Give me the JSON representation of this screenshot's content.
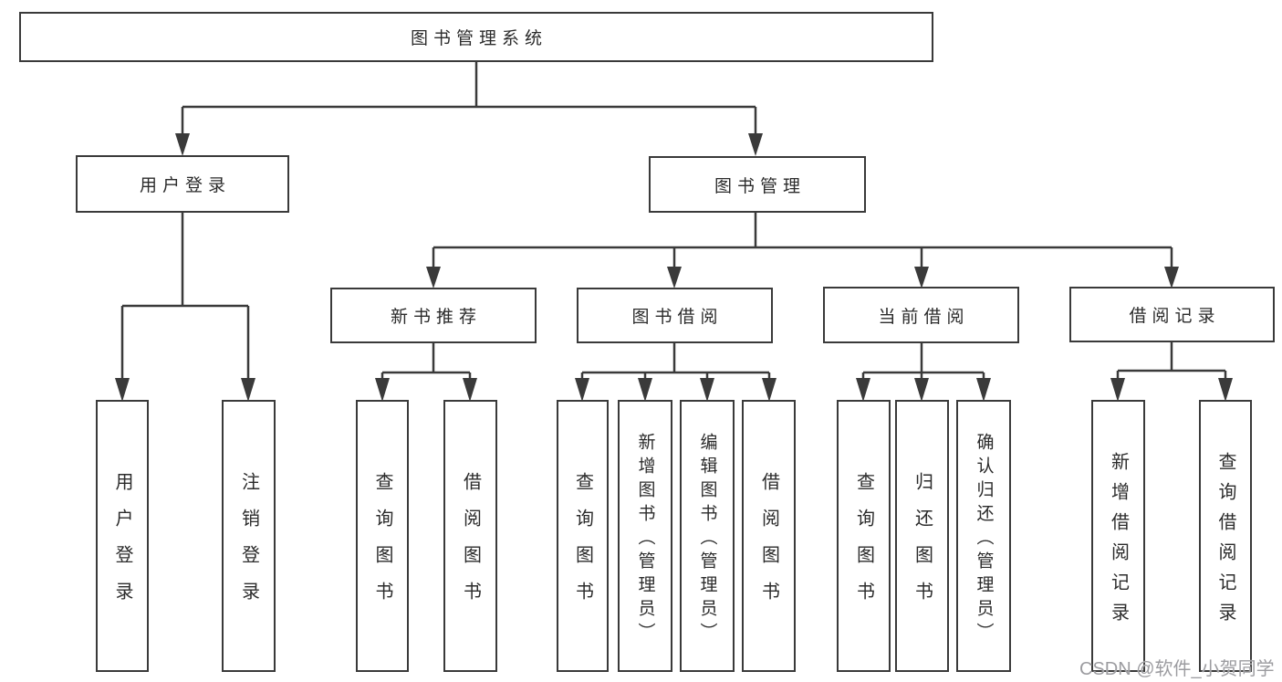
{
  "diagram_title": "图书管理系统",
  "watermark": "CSDN @软件_小贺同学",
  "colors": {
    "line": "#3a3a3a",
    "text": "#2b2b2b",
    "background": "#ffffff",
    "watermark": "#9c9ca0"
  },
  "nodes": {
    "root": "图书管理系统",
    "user_login": "用户登录",
    "book_mgmt": "图书管理",
    "new_book_rec": "新书推荐",
    "book_borrow": "图书借阅",
    "current_borrow": "当前借阅",
    "borrow_records": "借阅记录",
    "leaf_user_login": "用户登录",
    "leaf_logout": "注销登录",
    "leaf_rec_query_books": "查询图书",
    "leaf_rec_borrow_books": "借阅图书",
    "leaf_bb_query_books": "查询图书",
    "leaf_bb_add_books": "新增图书（管理员）",
    "leaf_bb_edit_books": "编辑图书（管理员）",
    "leaf_bb_borrow_books": "借阅图书",
    "leaf_cb_query_books": "查询图书",
    "leaf_cb_return_books": "归还图书",
    "leaf_cb_confirm_return": "确认归还（管理员）",
    "leaf_br_add_record": "新增借阅记录",
    "leaf_br_query_record": "查询借阅记录"
  }
}
